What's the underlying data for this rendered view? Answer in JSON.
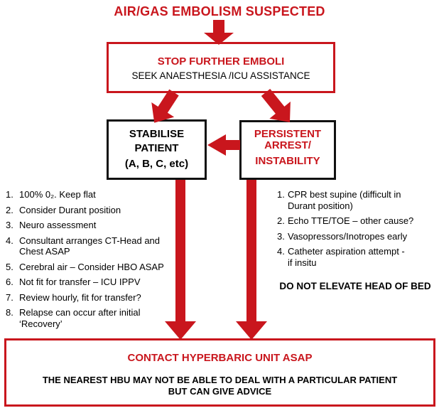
{
  "colors": {
    "red": "#c9161d",
    "black": "#000000"
  },
  "title": "AIR/GAS EMBOLISM SUSPECTED",
  "stop_box": {
    "heading": "STOP FURTHER EMBOLI",
    "subtext": "SEEK ANAESTHESIA /ICU ASSISTANCE"
  },
  "stabilise_box": {
    "line1": "STABILISE",
    "line2": "PATIENT",
    "line3": "(A, B, C, etc)"
  },
  "arrest_box": {
    "line1": "PERSISTENT",
    "line2": "ARREST/",
    "line3": "INSTABILITY"
  },
  "left_list": {
    "items": [
      {
        "num": "1.",
        "text": "100% 0₂. Keep flat"
      },
      {
        "num": "2.",
        "text": "Consider Durant position"
      },
      {
        "num": "3.",
        "text": "Neuro assessment"
      },
      {
        "num": "4.",
        "text": "Consultant arranges CT-Head and\nChest ASAP"
      },
      {
        "num": "5.",
        "text": "Cerebral air – Consider HBO ASAP"
      },
      {
        "num": "6.",
        "text": "Not fit for transfer – ICU IPPV"
      },
      {
        "num": "7.",
        "text": "Review hourly, fit for transfer?"
      },
      {
        "num": "8.",
        "text": "Relapse can occur after initial\n‘Recovery’"
      }
    ]
  },
  "right_list": {
    "items": [
      {
        "num": "1.",
        "text": "CPR best supine (difficult in\nDurant position)"
      },
      {
        "num": "2.",
        "text": "Echo TTE/TOE – other cause?"
      },
      {
        "num": "3.",
        "text": "Vasopressors/Inotropes early"
      },
      {
        "num": "4.",
        "text": "Catheter aspiration attempt -\nif insitu"
      }
    ]
  },
  "warning": "DO NOT ELEVATE HEAD OF BED",
  "contact_box": {
    "heading": "CONTACT HYPERBARIC UNIT ASAP",
    "body": "THE NEAREST HBU MAY NOT BE ABLE TO DEAL WITH A PARTICULAR PATIENT\nBUT CAN GIVE ADVICE"
  }
}
